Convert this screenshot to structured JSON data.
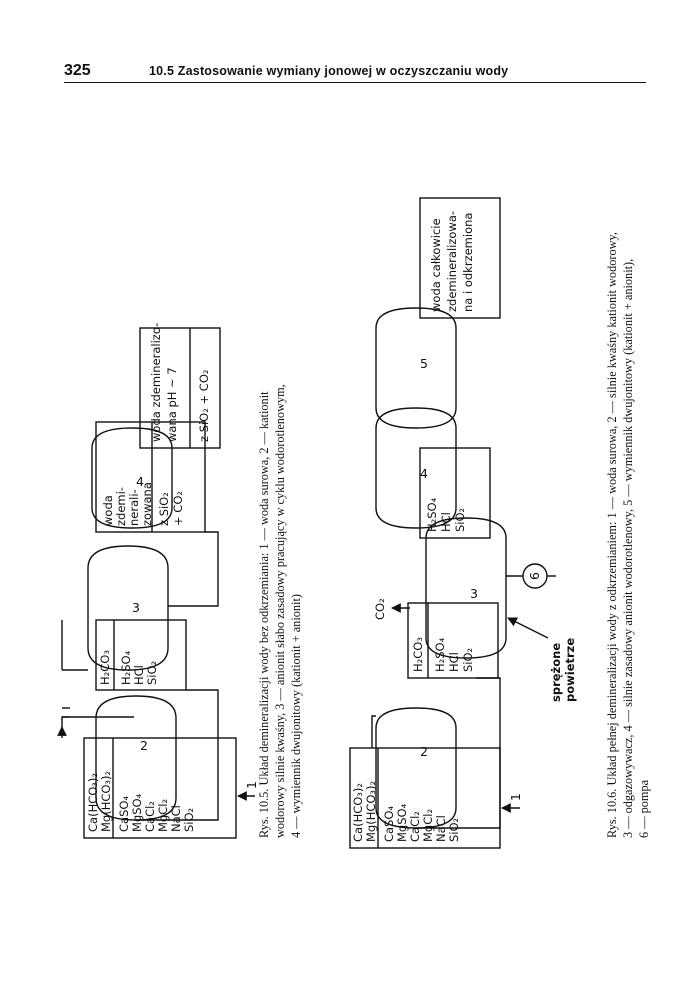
{
  "header": {
    "page_number": "325",
    "running_title": "10.5 Zastosowanie wymiany jonowej w oczyszczaniu wody"
  },
  "fig5": {
    "box1_top": [
      "Ca(HCO₃)₂",
      "Mg(HCO₃)₂"
    ],
    "box1_bottom": [
      "CaSO₄",
      "MgSO₄",
      "CaCl₂",
      "MgCl₂",
      "NaCl",
      "SiO₂"
    ],
    "stream_label": "1",
    "col2": "2",
    "box2_top": "H₂CO₃",
    "box2_bottom": [
      "H₂SO₄",
      "HCl",
      "SiO₂"
    ],
    "col3": "3",
    "box3_top": [
      "woda",
      "zdemi-",
      "nerali-",
      "zowana"
    ],
    "box3_bottom": [
      "z SiO₂",
      "+ CO₂"
    ],
    "col4": "4",
    "box4_top": [
      "woda zdemineralizo-",
      "wana pH ~ 7"
    ],
    "box4_bottom": "z SiO₂ + CO₂",
    "caption_lines": [
      "Rys. 10.5. Układ demineralizacji wody bez odkrzemiania: 1 — woda surowa, 2 — kationit",
      "wodorowy silnie kwaśny, 3 — anionit słabo zasadowy pracujący w cyklu wodorotlenowym,",
      "4 — wymiennik dwujonitowy (kationit + anionit)"
    ]
  },
  "fig6": {
    "box1_top": [
      "Ca(HCO₃)₂",
      "Mg(HCO₃)₂"
    ],
    "box1_bottom": [
      "CaSO₄",
      "MgSO₄",
      "CaCl₂",
      "MgCl₂",
      "NaCl",
      "SiO₂"
    ],
    "stream_label": "1",
    "col2": "2",
    "box2_top": "H₂CO₃",
    "box2_bottom": [
      "H₂SO₄",
      "HCl",
      "SiO₂"
    ],
    "co2": "CO₂",
    "col3": "3",
    "air": [
      "sprężone",
      "powietrze"
    ],
    "pump": "6",
    "box3": [
      "H₂SO₄",
      "HCl",
      "SiO₂"
    ],
    "col4": "4",
    "col5": "5",
    "box5": [
      "woda całkowicie",
      "zdemineralizowa-",
      "na i odkrzemiona"
    ],
    "caption_lines": [
      "Rys. 10.6. Układ pełnej demineralizacji wody z odkrzemianiem: 1 — woda surowa, 2 — silnie kwaśny kationit wodorowy,",
      "3 — odgazowywacz, 4 — silnie zasadowy anionit wodorotlenowy, 5 — wymiennik dwujonitowy (kationit + anionit),",
      "6 — pompa"
    ]
  }
}
